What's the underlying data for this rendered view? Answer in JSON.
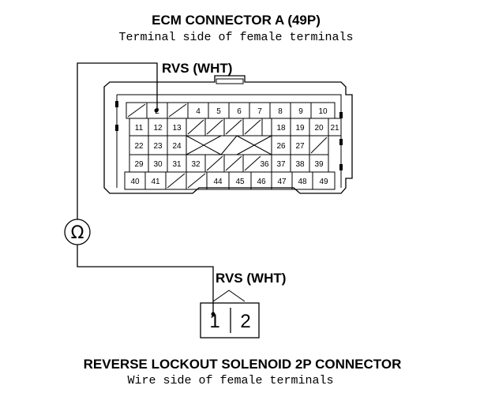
{
  "ecm_connector": {
    "title": "ECM CONNECTOR A (49P)",
    "subtitle": "Terminal side of female terminals",
    "wire_label": "RVS (WHT)",
    "rows": [
      [
        "",
        "2",
        "",
        "4",
        "5",
        "6",
        "7",
        "8",
        "9",
        "10"
      ],
      [
        "11",
        "12",
        "13",
        "",
        "",
        "",
        "18",
        "19",
        "20",
        "21"
      ],
      [
        "22",
        "23",
        "24",
        "",
        "",
        "",
        "26",
        "27",
        ""
      ],
      [
        "29",
        "30",
        "31",
        "32",
        "",
        "",
        "36",
        "37",
        "38",
        "39"
      ],
      [
        "40",
        "41",
        "",
        "",
        "44",
        "45",
        "46",
        "47",
        "48",
        "49"
      ]
    ]
  },
  "meter": {
    "symbol": "Ω"
  },
  "solenoid_connector": {
    "title": "REVERSE LOCKOUT SOLENOID 2P CONNECTOR",
    "subtitle": "Wire side of female terminals",
    "wire_label": "RVS (WHT)",
    "pins": [
      "1",
      "2"
    ]
  }
}
